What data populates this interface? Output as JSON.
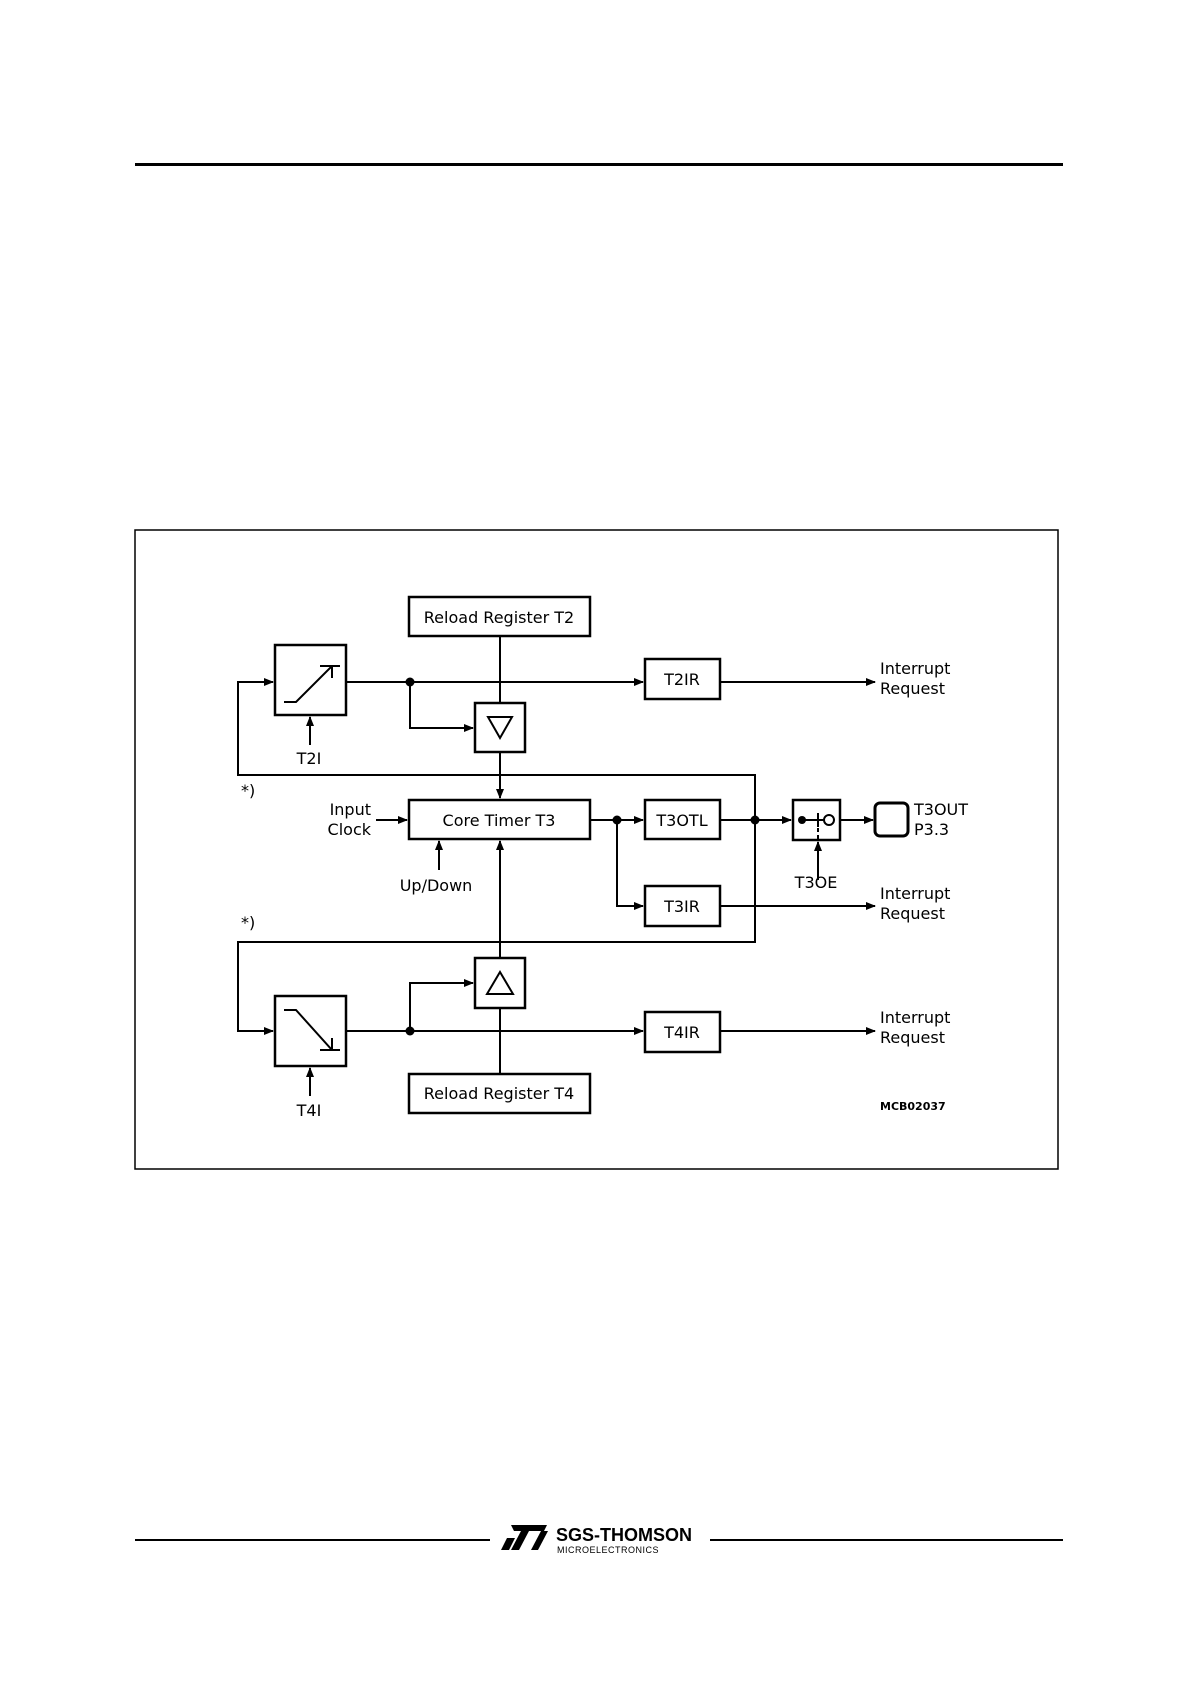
{
  "diagram": {
    "reload_t2": "Reload Register T2",
    "reload_t4": "Reload Register T4",
    "core_timer": "Core Timer T3",
    "t2ir": "T2IR",
    "t3otl": "T3OTL",
    "t3ir": "T3IR",
    "t4ir": "T4IR",
    "t2i": "T2I",
    "t4i": "T4I",
    "input_clock_1": "Input",
    "input_clock_2": "Clock",
    "up_down": "Up/Down",
    "interrupt_1": "Interrupt",
    "interrupt_2": "Request",
    "t3oe": "T3OE",
    "t3out": "T3OUT",
    "p33": "P3.3",
    "footnote_mark": "*)",
    "figure_code": "MCB02037"
  },
  "footer": {
    "logo_top": "SGS-THOMSON",
    "logo_bottom": "MICROELECTRONICS"
  }
}
